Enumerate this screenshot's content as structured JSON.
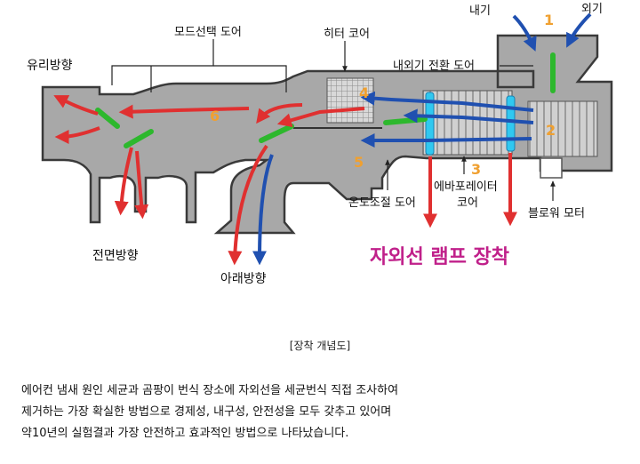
{
  "diagram": {
    "labels": {
      "outside_air": "외기",
      "inside_air": "내기",
      "mode_door": "모드선택 도어",
      "heater_core": "히터 코어",
      "recirc_door": "내외기 전환 도어",
      "windshield": "유리방향",
      "front": "전면방향",
      "down": "아래방향",
      "temp_door": "온도조절 도어",
      "evaporator_1": "에바포레이터",
      "evaporator_2": "코어",
      "blower": "블로워 모터"
    },
    "numbers": [
      "1",
      "2",
      "3",
      "4",
      "5",
      "6"
    ],
    "uv_title": "자외선 램프 장착",
    "colors": {
      "housing": "#a8a8a8",
      "housing_stroke": "#3a3a3a",
      "hot_arrow": "#e03030",
      "cold_arrow": "#2050b0",
      "door": "#2db82d",
      "uv_lamp": "#30c8f0",
      "number": "#f0a030",
      "uv_text": "#c0208a"
    }
  },
  "caption": "[장착 개념도]",
  "description": [
    "에어컨 냄새 원인 세균과 곰팡이 번식 장소에 자외선을 세균번식 직접 조사하여",
    "제거하는 가장 확실한 방법으로 경제성, 내구성, 안전성을 모두 갖추고 있어며",
    "약10년의 실험결과 가장 안전하고 효과적인 방법으로 나타났습니다."
  ]
}
